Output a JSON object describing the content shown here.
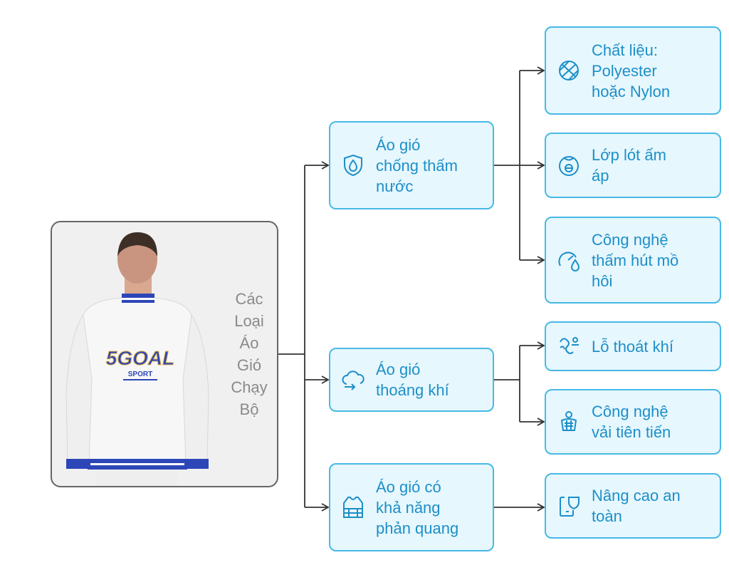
{
  "root": {
    "label_lines": [
      "Các",
      "Loại",
      "Áo",
      "Gió",
      "Chạy",
      "Bộ"
    ],
    "logo_text": "5GOAL",
    "logo_sub": "SPORT"
  },
  "categories": [
    {
      "label": "Áo gió\nchống thấm\nnước",
      "icon": "water-drop-shield-icon",
      "children": [
        {
          "label": "Chất liệu:\nPolyester\nhoặc Nylon",
          "icon": "ball-icon"
        },
        {
          "label": "Lớp lót ấm\náp",
          "icon": "lining-icon"
        },
        {
          "label": "Công nghệ\nthấm hút mồ\nhôi",
          "icon": "gauge-drop-icon"
        }
      ]
    },
    {
      "label": "Áo gió\nthoáng khí",
      "icon": "cloud-icon",
      "children": [
        {
          "label": "Lỗ thoát khí",
          "icon": "vent-icon"
        },
        {
          "label": "Công nghệ\nvải tiên tiến",
          "icon": "fabric-person-icon"
        }
      ]
    },
    {
      "label": "Áo gió có\nkhả năng\nphản quang",
      "icon": "reflective-vest-icon",
      "children": [
        {
          "label": "Nâng cao an\ntoàn",
          "icon": "phone-shield-icon"
        }
      ]
    }
  ],
  "colors": {
    "node_fill": "#e6f7fd",
    "node_border": "#47b9e6",
    "node_text": "#1d8fc9",
    "connector": "#333333",
    "root_label": "#8a8a8a"
  }
}
